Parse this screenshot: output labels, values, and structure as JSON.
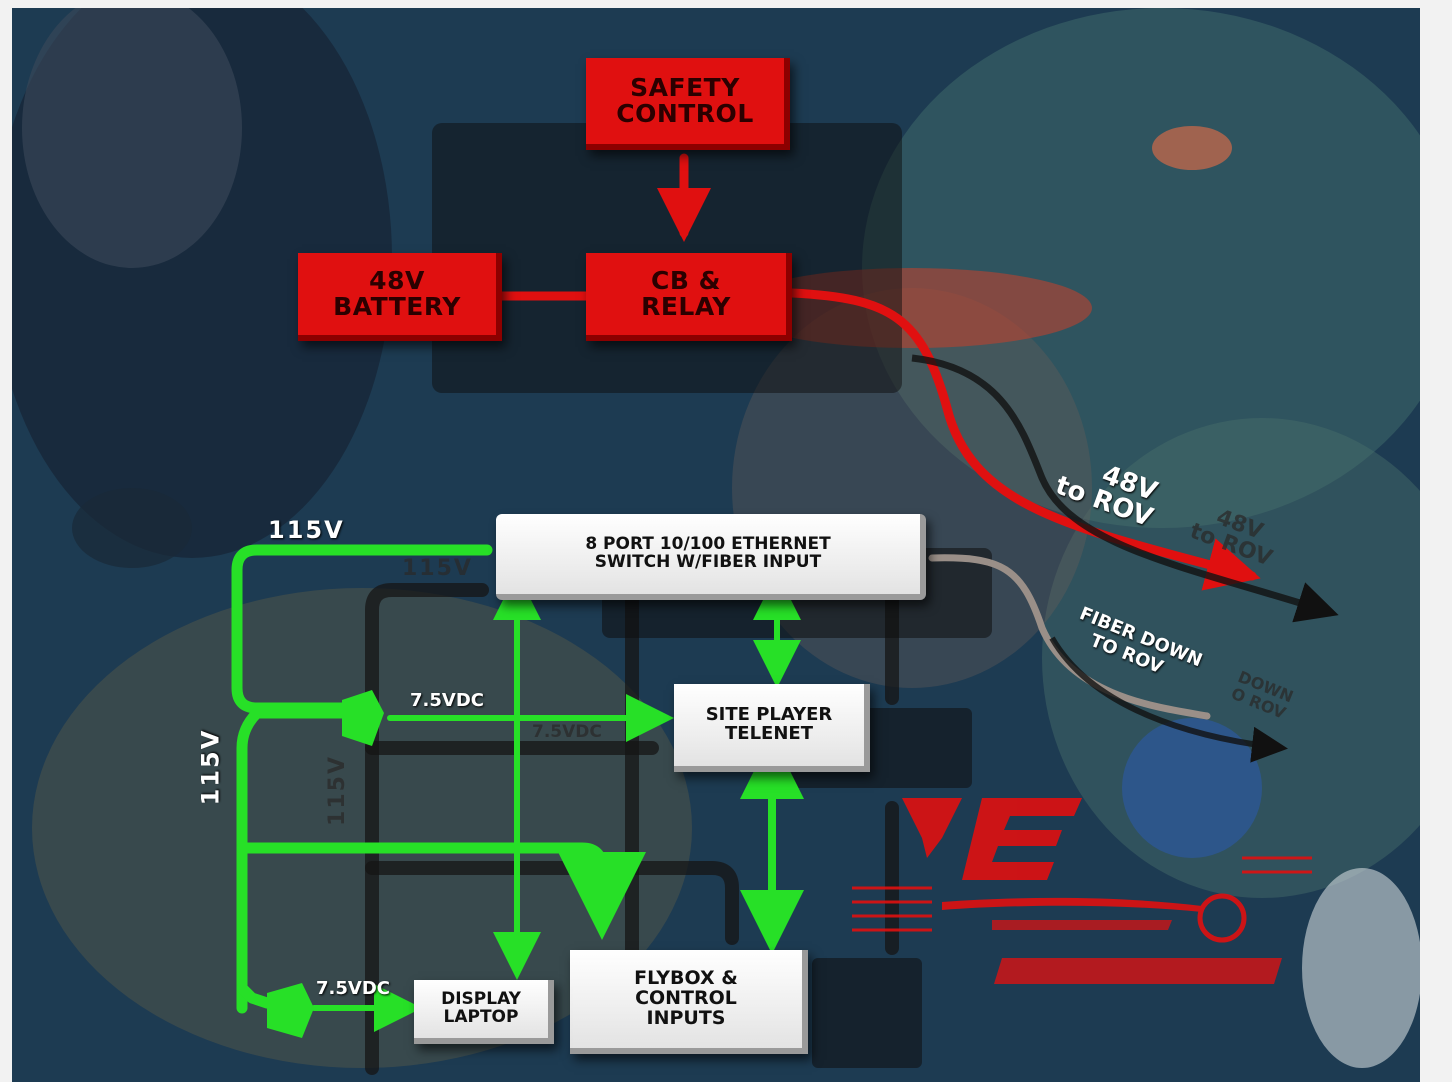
{
  "boxes": {
    "safety": "SAFETY\nCONTROL",
    "battery": "48V\nBATTERY",
    "cb_relay": "CB &\nRELAY",
    "switch": "8 PORT 10/100 ETHERNET\nSWITCH W/FIBER INPUT",
    "siteplayer": "SITE PLAYER\nTELENET",
    "flybox": "FLYBOX &\nCONTROL\nINPUTS",
    "laptop": "DISPLAY\nLAPTOP"
  },
  "labels": {
    "v115_top": "115V",
    "v115_top_shadow": "115V",
    "v115_left": "115V",
    "v115_left_shadow": "115V",
    "vdc_mid": "7.5VDC",
    "vdc_mid_shadow": "7.5VDC",
    "vdc_bottom": "7.5VDC",
    "rov48_line1": "48V",
    "rov48_line2": "to ROV",
    "rov48_shadow_line1": "48V",
    "rov48_shadow_line2": "to ROV",
    "fiber_line1": "FIBER DOWN",
    "fiber_line2": "TO ROV",
    "fiber_shadow": "DOWN",
    "fiber_shadow2": "O ROV"
  },
  "colors": {
    "power_red": "#e01010",
    "ac_green": "#27e027",
    "fiber_gray": "#9a8f88"
  }
}
